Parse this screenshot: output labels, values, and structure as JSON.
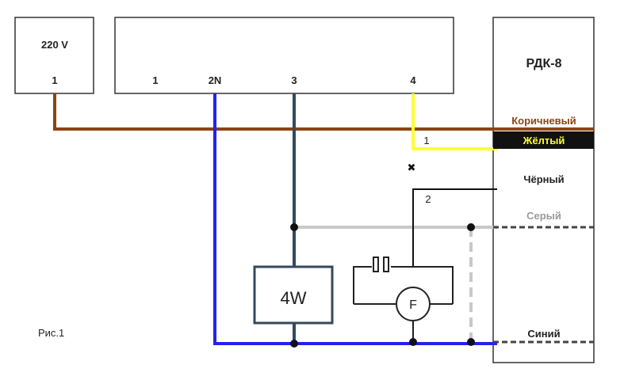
{
  "supply": {
    "title": "220 V",
    "terminal": "1"
  },
  "controller": {
    "terminals": [
      "1",
      "2N",
      "3",
      "4"
    ]
  },
  "sensor": {
    "title": "РДК-8",
    "wires": {
      "brown": "Коричневый",
      "yellow": "Жёлтый",
      "black": "Чёрный",
      "grey": "Серый",
      "blue": "Синий"
    }
  },
  "wire_numbers": {
    "yellow": "1",
    "black": "2"
  },
  "load": {
    "label": "4W"
  },
  "fan": {
    "label": "F"
  },
  "figure": {
    "caption": "Рис.1"
  },
  "colors": {
    "brown": "#8b4513",
    "yellow": "#ffff33",
    "blue": "#2222ee",
    "slate": "#34495e",
    "grey": "#c8c8c8",
    "dark_grey": "#444444",
    "black": "#111111"
  }
}
